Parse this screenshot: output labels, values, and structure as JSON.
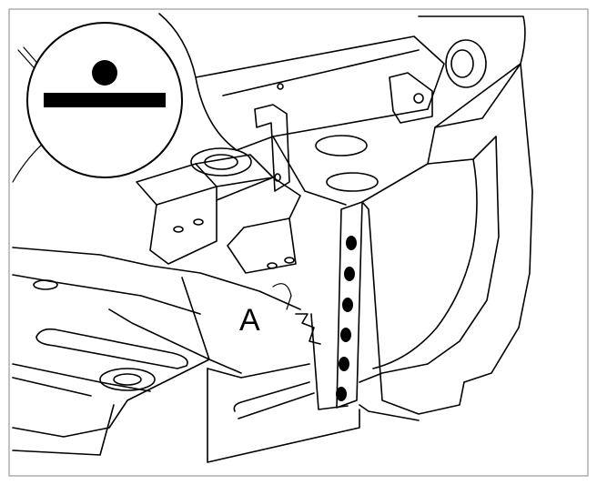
{
  "figure": {
    "callouts": [
      {
        "id": "A",
        "label": "A"
      }
    ],
    "symbol": "spot-weld-symbol",
    "weld_point_count": 6,
    "colors": {
      "line": "#000000",
      "background": "#ffffff",
      "frame": "#9a9a9a"
    }
  }
}
